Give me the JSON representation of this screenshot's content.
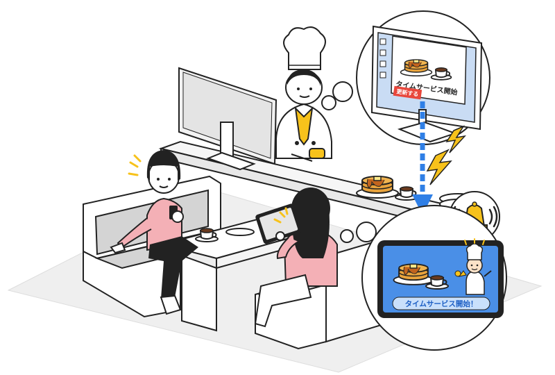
{
  "monitor": {
    "title": "タイムサービス開始",
    "button_label": "更新する"
  },
  "tablet": {
    "banner": "タイムサービス開始！"
  },
  "colors": {
    "screen_blue": "#c9dcf4",
    "tablet_screen": "#4a8fe7",
    "accent_yellow": "#f7c21b",
    "shirt_pink": "#f4b0b6",
    "button_red": "#e8473c",
    "arrow_blue": "#2f7fe6",
    "sofa_gray": "#d4d4d4"
  },
  "icons": [
    "bell-icon",
    "lightning-icon",
    "pancake-icon",
    "coffee-cup-icon",
    "chef-icon"
  ]
}
